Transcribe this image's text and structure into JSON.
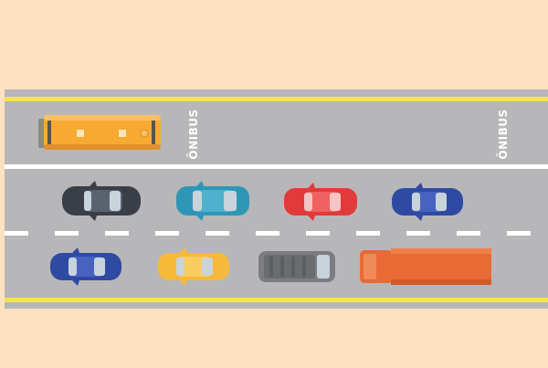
{
  "road": {
    "lane_markings": {
      "bus_lane_label_1": "ÔNIBUS",
      "bus_lane_label_2": "ÔNIBUS"
    }
  },
  "colors": {
    "background": "#fbe1c2",
    "asphalt": "#b7b7b9",
    "yellow_line": "#f4e64a",
    "white_line": "#ffffff",
    "bus": "#f7a932",
    "truck": "#e86a34"
  },
  "vehicles": [
    {
      "type": "bus",
      "color": "#f7a932",
      "lane": "bus"
    },
    {
      "type": "car",
      "color": "#3a3f47",
      "lane": "upper"
    },
    {
      "type": "car",
      "color": "#2e97b6",
      "lane": "upper"
    },
    {
      "type": "car",
      "color": "#e23a3a",
      "lane": "upper"
    },
    {
      "type": "car",
      "color": "#2f4aa3",
      "lane": "upper"
    },
    {
      "type": "car",
      "color": "#2f4aa3",
      "lane": "lower"
    },
    {
      "type": "car",
      "color": "#f6b93a",
      "lane": "lower"
    },
    {
      "type": "van",
      "color": "#7b7d82",
      "lane": "lower"
    },
    {
      "type": "truck",
      "color": "#e86a34",
      "lane": "lower"
    }
  ]
}
